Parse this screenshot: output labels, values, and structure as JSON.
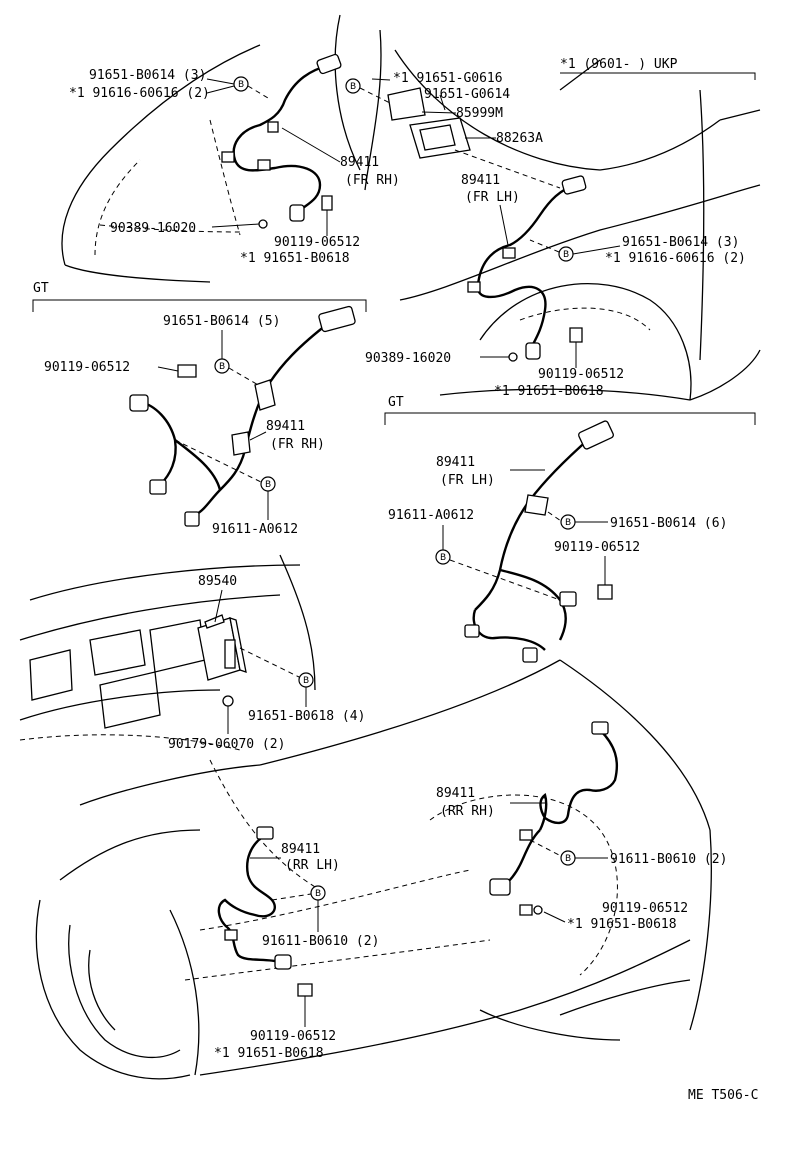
{
  "footer_code": "ME T506-C",
  "legend": {
    "ukp_note": "*1  (9601-        )  UKP",
    "gt_label_left": "GT",
    "gt_label_right": "GT"
  },
  "callouts": {
    "b_marker": "B",
    "fr_rh_top_91651": "91651-B0614 (3)",
    "fr_rh_top_91616": "*1 91616-60616 (2)",
    "fr_rh_89411": "89411",
    "fr_rh_89411_side": "(FR RH)",
    "fr_rh_90389": "90389-16020",
    "fr_rh_90119": "90119-06512",
    "fr_rh_91651_b0618": "*1  91651-B0618",
    "ecu_91651_g0616": "*1  91651-G0616",
    "ecu_91651_g0614": "91651-G0614",
    "ecu_85999m": "85999M",
    "ecu_88263a": "88263A",
    "fr_lh_89411": "89411",
    "fr_lh_89411_side": "(FR  LH)",
    "fr_lh_91651": "91651-B0614 (3)",
    "fr_lh_91616": "*1 91616-60616 (2)",
    "fr_lh_90389": "90389-16020",
    "fr_lh_90119": "90119-06512",
    "fr_lh_91651_b0618": "*1  91651-B0618",
    "gt_rh_91651": "91651-B0614 (5)",
    "gt_rh_90119": "90119-06512",
    "gt_rh_89411": "89411",
    "gt_rh_89411_side": "(FR RH)",
    "gt_rh_91611": "91611-A0612",
    "gt_lh_89411": "89411",
    "gt_lh_89411_side": "(FR  LH)",
    "gt_lh_91611": "91611-A0612",
    "gt_lh_91651": "91651-B0614 (6)",
    "gt_lh_90119": "90119-06512",
    "dash_89540": "89540",
    "dash_91651": "91651-B0618 (4)",
    "dash_90179": "90179-06070 (2)",
    "rr_rh_89411": "89411",
    "rr_rh_89411_side": "(RR RH)",
    "rr_rh_91611": "91611-B0610 (2)",
    "rr_rh_90119": "90119-06512",
    "rr_rh_91651": "*1  91651-B0618",
    "rr_lh_89411": "89411",
    "rr_lh_89411_side": "(RR LH)",
    "rr_lh_91611": "91611-B0610 (2)",
    "rr_lh_90119": "90119-06512",
    "rr_lh_91651": "*1  91651-B0618"
  }
}
